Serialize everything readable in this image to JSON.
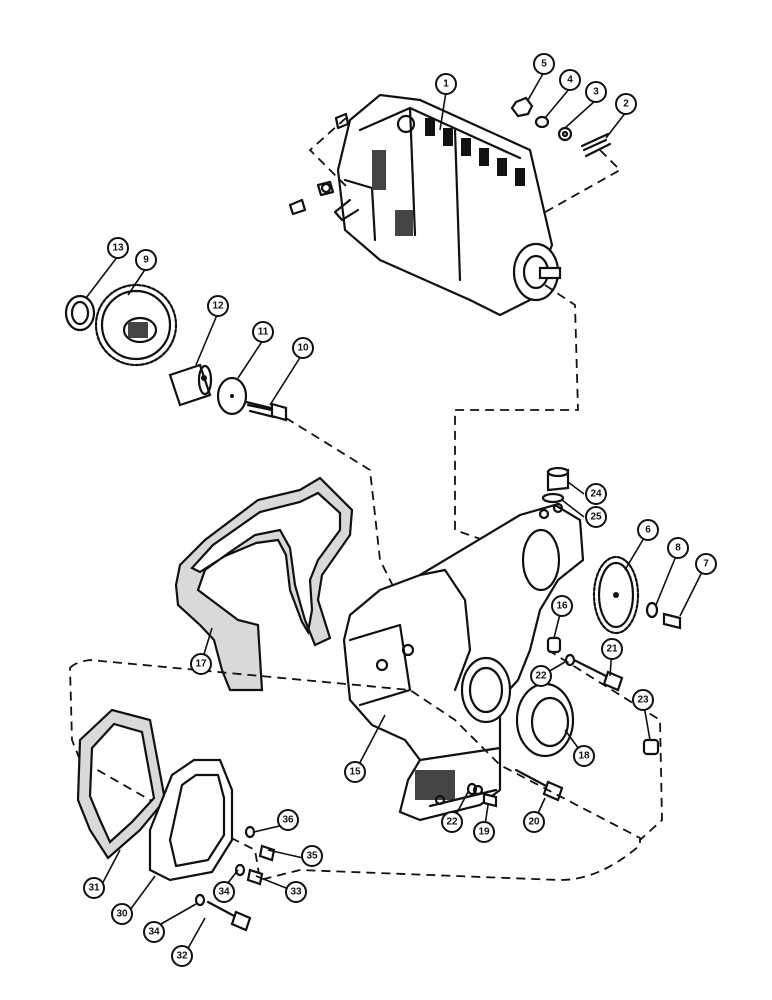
{
  "diagram": {
    "callouts": [
      "1",
      "2",
      "3",
      "4",
      "5",
      "6",
      "7",
      "8",
      "9",
      "10",
      "11",
      "12",
      "13",
      "15",
      "16",
      "17",
      "18",
      "19",
      "20",
      "21",
      "22",
      "22",
      "23",
      "24",
      "25",
      "30",
      "31",
      "32",
      "33",
      "34",
      "34",
      "35",
      "36"
    ]
  }
}
